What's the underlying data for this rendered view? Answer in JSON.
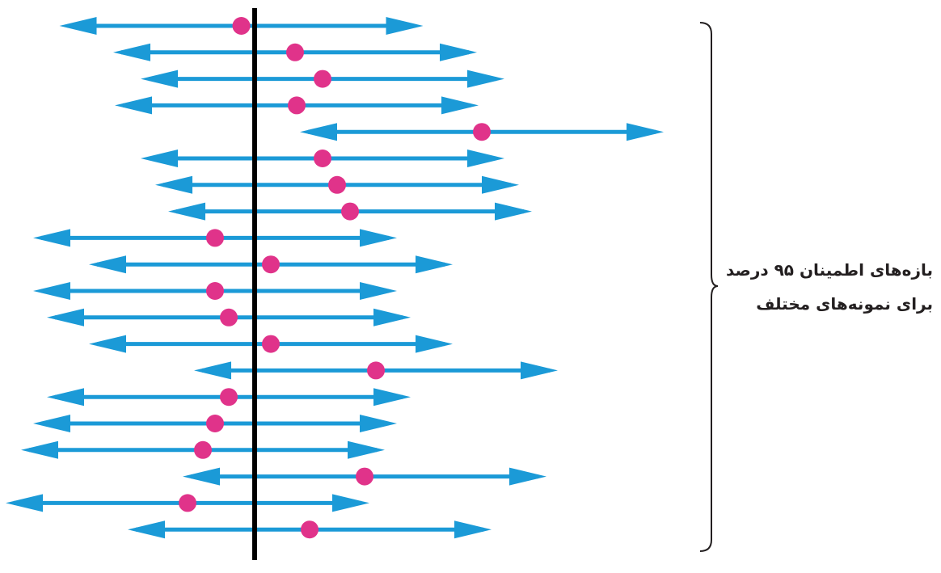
{
  "label": {
    "line1": "بازه‌های اطمینان ۹۵ درصد",
    "line2": "برای نمونه‌های مختلف"
  },
  "colors": {
    "interval": "#1b9ad7",
    "point": "#e0338a",
    "true_value_line": "#000000",
    "brace": "#231f20"
  },
  "chart_data": {
    "type": "interval",
    "description_free": true,
    "true_value": 0,
    "intervals": [
      {
        "center": -0.33,
        "half_width": 4.5
      },
      {
        "center": 1.0,
        "half_width": 4.5
      },
      {
        "center": 1.68,
        "half_width": 4.5
      },
      {
        "center": 1.04,
        "half_width": 4.5
      },
      {
        "center": 5.62,
        "half_width": 4.5
      },
      {
        "center": 1.68,
        "half_width": 4.5
      },
      {
        "center": 2.04,
        "half_width": 4.5
      },
      {
        "center": 2.36,
        "half_width": 4.5
      },
      {
        "center": -0.98,
        "half_width": 4.5
      },
      {
        "center": 0.4,
        "half_width": 4.5
      },
      {
        "center": -0.98,
        "half_width": 4.5
      },
      {
        "center": -0.64,
        "half_width": 4.5
      },
      {
        "center": 0.4,
        "half_width": 4.5
      },
      {
        "center": 3.0,
        "half_width": 4.5
      },
      {
        "center": -0.64,
        "half_width": 4.5
      },
      {
        "center": -0.98,
        "half_width": 4.5
      },
      {
        "center": -1.28,
        "half_width": 4.5
      },
      {
        "center": 2.72,
        "half_width": 4.5
      },
      {
        "center": -1.66,
        "half_width": 4.5
      },
      {
        "center": 1.36,
        "half_width": 4.5
      }
    ]
  }
}
